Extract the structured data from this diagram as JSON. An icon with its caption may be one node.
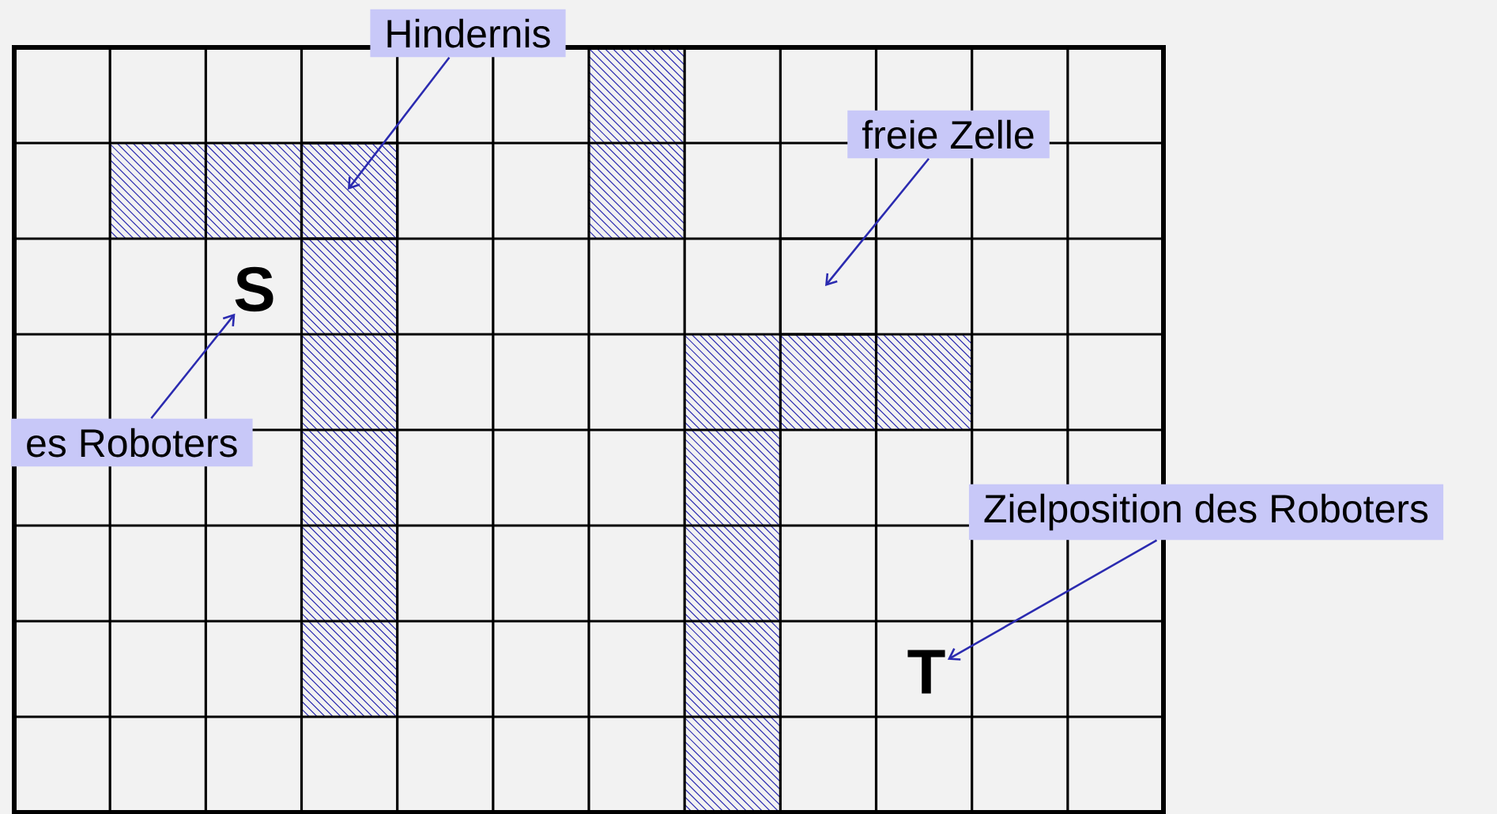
{
  "diagram": {
    "nodes": [
      {
        "text": [
          "Hindernis"
        ]
      },
      {
        "text": [],
        "shape": "box"
      },
      {
        "text": [
          "freie Zelle"
        ]
      },
      {
        "text": [],
        "shape": "box"
      },
      {
        "text": [
          "S"
        ]
      },
      {
        "text": [
          "es Roboters"
        ]
      },
      {
        "text": [
          "Zielposition des Roboters"
        ]
      },
      {
        "text": [
          "T"
        ]
      }
    ],
    "edges": [
      {
        "from": 0,
        "to": 1,
        "arrow": "to"
      },
      {
        "from": 2,
        "to": 3,
        "arrow": "to"
      },
      {
        "from": 5,
        "to": 4,
        "arrow": "to"
      },
      {
        "from": 6,
        "to": 7,
        "arrow": "to"
      }
    ]
  }
}
